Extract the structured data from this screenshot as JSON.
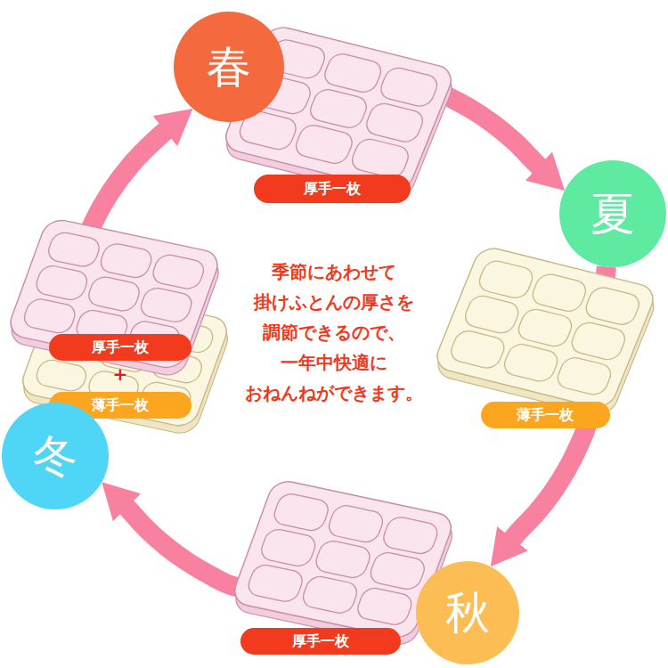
{
  "diagram": {
    "nodes": [
      {
        "text": [
          "春"
        ]
      },
      {
        "text": [
          "厚手一枚"
        ]
      },
      {
        "text": [
          "夏"
        ]
      },
      {
        "text": [
          "薄手一枚"
        ]
      },
      {
        "text": [
          "厚手一枚"
        ]
      },
      {
        "text": [
          "薄手一枚"
        ]
      },
      {
        "text": [
          "冬"
        ]
      },
      {
        "text": [
          "秋"
        ]
      },
      {
        "text": [
          "厚手一枚"
        ]
      }
    ],
    "edges": [
      {
        "from": 0,
        "to": 2,
        "arrow": "to"
      },
      {
        "from": 2,
        "to": 7,
        "arrow": "to"
      },
      {
        "from": 7,
        "to": 6,
        "arrow": "to"
      },
      {
        "from": 6,
        "to": 0,
        "arrow": "to"
      }
    ],
    "labels": [
      "季節にあわせて 掛けふとんの厚さを 調節できるので、 一年中快適に おねんねができます。",
      "+"
    ]
  }
}
